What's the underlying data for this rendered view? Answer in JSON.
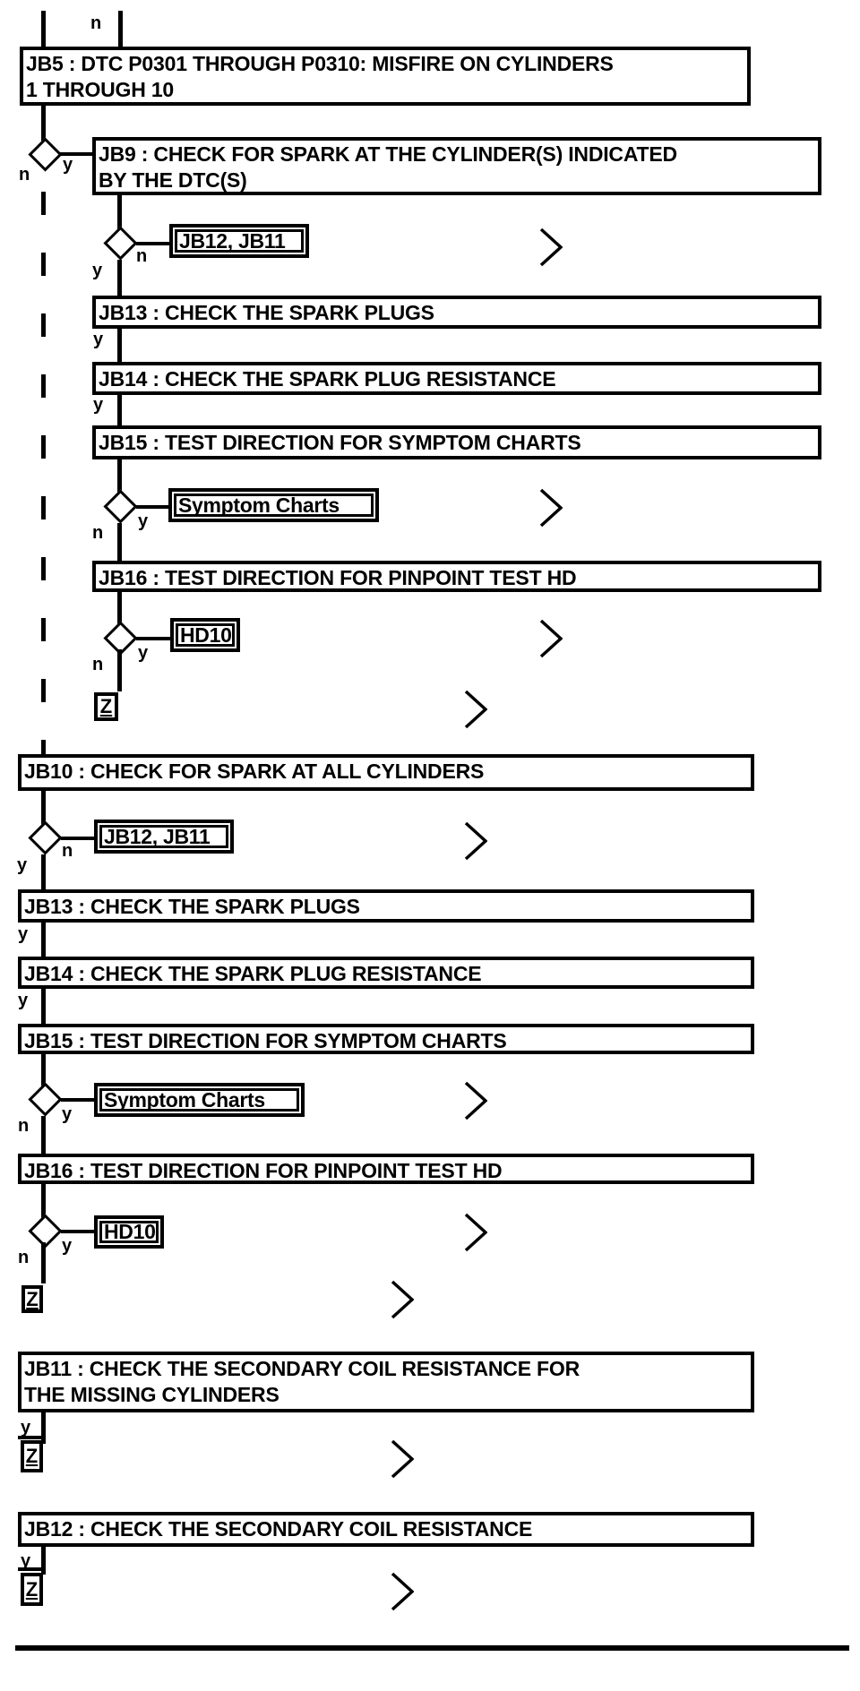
{
  "labels": {
    "yes": "y",
    "no": "n"
  },
  "nodes": {
    "jb5": "JB5 : DTC P0301 THROUGH P0310: MISFIRE ON CYLINDERS\n1 THROUGH 10",
    "jb9": "JB9 : CHECK FOR SPARK AT THE CYLINDER(S) INDICATED\nBY THE DTC(S)",
    "jb10": "JB10 : CHECK FOR SPARK AT ALL CYLINDERS",
    "jb11": "JB11 : CHECK THE SECONDARY COIL RESISTANCE FOR\nTHE MISSING CYLINDERS",
    "jb12": "JB12 : CHECK THE SECONDARY COIL RESISTANCE",
    "jb13": "JB13 : CHECK THE SPARK PLUGS",
    "jb14": "JB14 : CHECK THE SPARK PLUG RESISTANCE",
    "jb15": "JB15 : TEST DIRECTION FOR SYMPTOM CHARTS",
    "jb16": "JB16 : TEST DIRECTION FOR PINPOINT TEST HD"
  },
  "refs": {
    "jb12_jb11": "JB12, JB11",
    "symptom_charts": "Symptom Charts",
    "hd10": "HD10",
    "z": "Z"
  },
  "colors": {
    "ink": "#000000",
    "paper": "#ffffff"
  }
}
